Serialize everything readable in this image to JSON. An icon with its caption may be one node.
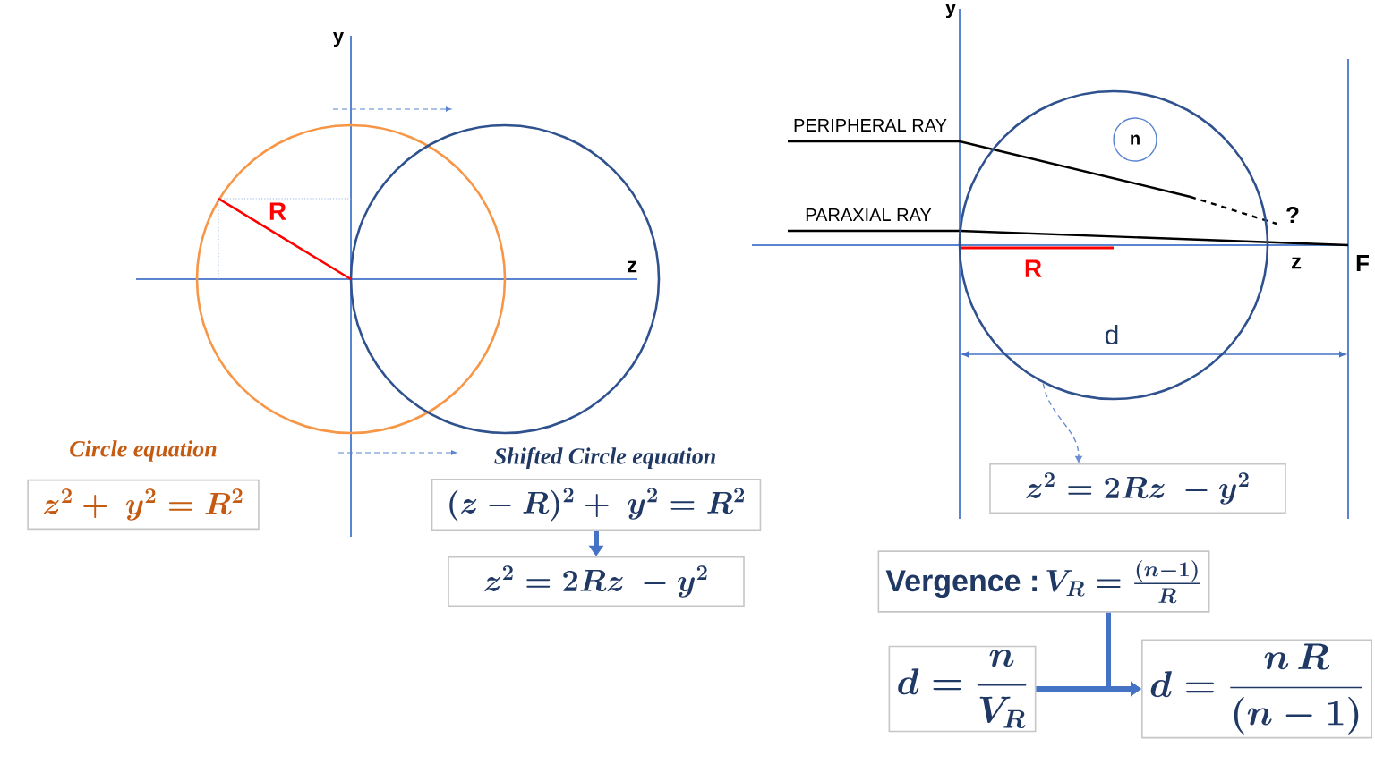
{
  "diagram": {
    "nodes": [
      {
        "text": [
          "Circle equation",
          "z^2+\\ y^2=R^2"
        ]
      },
      {
        "text": [
          "Shifted Circle equation",
          "(z-R)^2+\\ y^2=R^2"
        ]
      },
      {
        "text": [
          "z^2=2Rz\\ -y^2"
        ]
      },
      {
        "text": [],
        "shape": "circle"
      },
      {
        "text": [
          "n"
        ],
        "in": 3
      },
      {
        "text": [
          "z^2=2Rz\\ -y^2"
        ]
      },
      {
        "text": [
          "Vergence :",
          "V_R=\\frac{(n-1)}{R}"
        ]
      },
      {
        "text": [
          "d=\\frac{n}{V_R}"
        ]
      },
      {
        "text": [
          "d=\\frac{n\\,R}{(n-1)}"
        ]
      }
    ],
    "edges": [
      {
        "from": 1,
        "to": 2,
        "arrow": "to"
      },
      {
        "from": 3,
        "to": 5,
        "arrow": "to",
        "style": "dashed"
      },
      {
        "from": 7,
        "to": 8,
        "arrow": "to"
      },
      {
        "from": 6,
        "to": 8,
        "arrow": "to"
      }
    ],
    "labels": [
      "y",
      "R",
      "z",
      "y",
      "PERIPHERAL RAY",
      "PARAXIAL RAY",
      "?",
      "R",
      "z",
      "F",
      "d"
    ]
  }
}
